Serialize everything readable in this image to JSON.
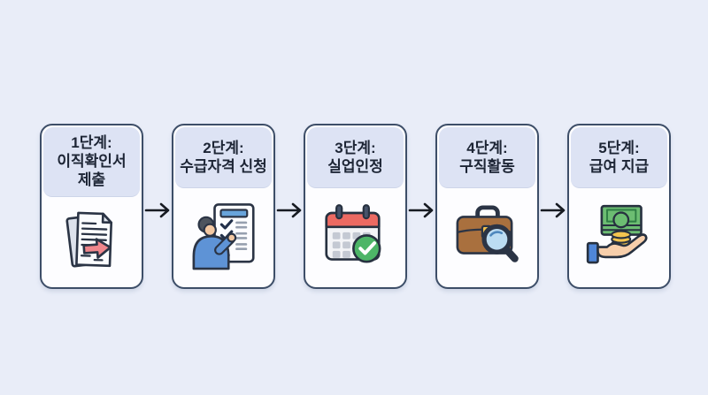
{
  "page": {
    "background_color": "#e9edf8"
  },
  "flow": {
    "steps": [
      {
        "full_title": "1단계: 이직확인서 제출",
        "lines": [
          "1단계:",
          "이직확인서",
          "제출"
        ],
        "icon": "documents-with-arrow-icon"
      },
      {
        "full_title": "2단계: 수급자격 신청",
        "lines": [
          "2단계:",
          "수급자격 신청"
        ],
        "icon": "person-checklist-icon"
      },
      {
        "full_title": "3단계: 실업인정",
        "lines": [
          "3단계:",
          "실업인정"
        ],
        "icon": "calendar-check-icon"
      },
      {
        "full_title": "4단계: 구직활동",
        "lines": [
          "4단계:",
          "구직활동"
        ],
        "icon": "briefcase-magnifier-icon"
      },
      {
        "full_title": "5단계: 급여 지급",
        "lines": [
          "5단계:",
          "급여 지급"
        ],
        "icon": "money-in-hand-icon"
      }
    ],
    "arrow_icon": "right-arrow-icon",
    "colors": {
      "card_background": "#fdfdff",
      "card_border": "#3d4e68",
      "header_background": "#dde3f4",
      "title_text": "#1d2535",
      "arrow": "#171b22",
      "icon_outline": "#2b3445",
      "icon_red": "#ef868c",
      "icon_blue": "#5e93d6",
      "icon_green": "#4db567",
      "icon_calendar_red": "#ec6a62",
      "icon_brown": "#a9703e",
      "icon_gold": "#f3c44f",
      "icon_bill_green": "#6cbd72",
      "icon_skin": "#f3c8a2",
      "icon_lens_blue": "#bcdcf2"
    }
  }
}
